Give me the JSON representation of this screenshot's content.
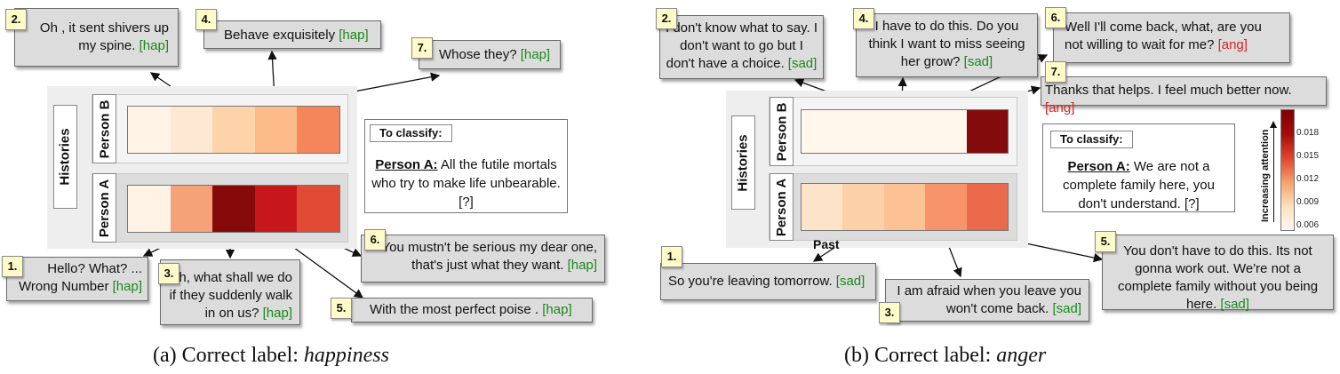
{
  "panel_a": {
    "histories_label": "Histories",
    "person_b_label": "Person B",
    "person_a_label": "Person A",
    "to_classify_header": "To classify:",
    "classify_speaker": "Person A:",
    "classify_text": "All the futile mortals who try to make life unbearable. [?]",
    "caption_prefix": "(a) Correct label:",
    "caption_label": "happiness",
    "person_b_colors": [
      "#fff3e6",
      "#fde9d3",
      "#fdd3aa",
      "#fcbb88",
      "#f5855a"
    ],
    "person_a_colors": [
      "#fff3e6",
      "#f6a278",
      "#870a0a",
      "#c7171b",
      "#e24a35"
    ],
    "bubbles": [
      {
        "num": "2.",
        "text": "Oh , it sent shivers up my spine.",
        "tag": "[hap]",
        "tag_type": "hap"
      },
      {
        "num": "4.",
        "text": "Behave exquisitely",
        "tag": "[hap]",
        "tag_type": "hap"
      },
      {
        "num": "7.",
        "text": "Whose they?",
        "tag": "[hap]",
        "tag_type": "hap"
      },
      {
        "num": "1.",
        "text": "Hello? What? ... Wrong Number",
        "tag": "[hap]",
        "tag_type": "hap"
      },
      {
        "num": "3.",
        "text": "Oh, what shall we do if they suddenly walk in on us?",
        "tag": "[hap]",
        "tag_type": "hap"
      },
      {
        "num": "6.",
        "text": "You mustn't be serious my dear one, that's just what they want.",
        "tag": "[hap]",
        "tag_type": "hap"
      },
      {
        "num": "5.",
        "text": "With the most perfect poise .",
        "tag": "[hap]",
        "tag_type": "hap"
      }
    ]
  },
  "panel_b": {
    "histories_label": "Histories",
    "person_b_label": "Person B",
    "person_a_label": "Person A",
    "past_label": "Past",
    "to_classify_header": "To classify:",
    "classify_speaker": "Person A:",
    "classify_text": "We are not a complete family here, you don't understand. [?]",
    "caption_prefix": "(b) Correct label:",
    "caption_label": "anger",
    "colorbar_label": "Increasing attention",
    "colorbar_ticks": [
      "0.018",
      "0.015",
      "0.012",
      "0.009",
      "0.006"
    ],
    "person_b_colors": [
      "#fff6ec",
      "#fff6ec",
      "#fff6ec",
      "#fff6ec",
      "#840b0b"
    ],
    "person_a_colors": [
      "#fde4c8",
      "#fdd1a8",
      "#fcc294",
      "#f7946a",
      "#ec6a4c"
    ],
    "bubbles": [
      {
        "num": "2.",
        "text": "I don't know what to say. I don't want to go but I don't have a choice.",
        "tag": "[sad]",
        "tag_type": "sad"
      },
      {
        "num": "4.",
        "text": "I have to do this. Do you think I want to miss seeing her grow?",
        "tag": "[sad]",
        "tag_type": "sad"
      },
      {
        "num": "6.",
        "text": "Well I'll come back, what, are you not willing to wait for me?",
        "tag": "[ang]",
        "tag_type": "ang"
      },
      {
        "num": "7.",
        "text": "Thanks that helps. I feel much better now.",
        "tag": "[ang]",
        "tag_type": "ang"
      },
      {
        "num": "1.",
        "text": "So you're leaving tomorrow.",
        "tag": "[sad]",
        "tag_type": "sad"
      },
      {
        "num": "3.",
        "text": "I am afraid when you leave you won't come back.",
        "tag": "[sad]",
        "tag_type": "sad"
      },
      {
        "num": "5.",
        "text": "You don't have to do this. Its not gonna work out. We're not a complete family without you being here.",
        "tag": "[sad]",
        "tag_type": "sad"
      }
    ]
  }
}
